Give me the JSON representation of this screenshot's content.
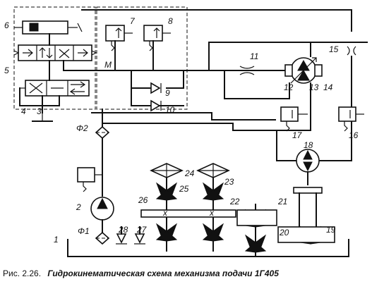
{
  "figure": {
    "number": "Рис. 2.26.",
    "title": "Гидрокинематическая схема  механизма подачи 1Г405"
  },
  "labels": {
    "l1": "1",
    "l2": "2",
    "l3": "3",
    "l4": "4",
    "l5": "5",
    "l6": "6",
    "l7": "7",
    "l8": "8",
    "l9": "9",
    "l10": "10",
    "l11": "11",
    "l12": "12",
    "l13": "13",
    "l14": "14",
    "l15": "15",
    "l16": "16",
    "l17": "17",
    "l18": "18",
    "l19": "19",
    "l20": "20",
    "l21": "21",
    "l22": "22",
    "l23": "23",
    "l24": "24",
    "l25": "25",
    "l26": "26",
    "l27": "27",
    "l28": "28",
    "M": "M",
    "F1": "Φ1",
    "F2": "Φ2",
    "x1": "x",
    "x2": "x"
  }
}
